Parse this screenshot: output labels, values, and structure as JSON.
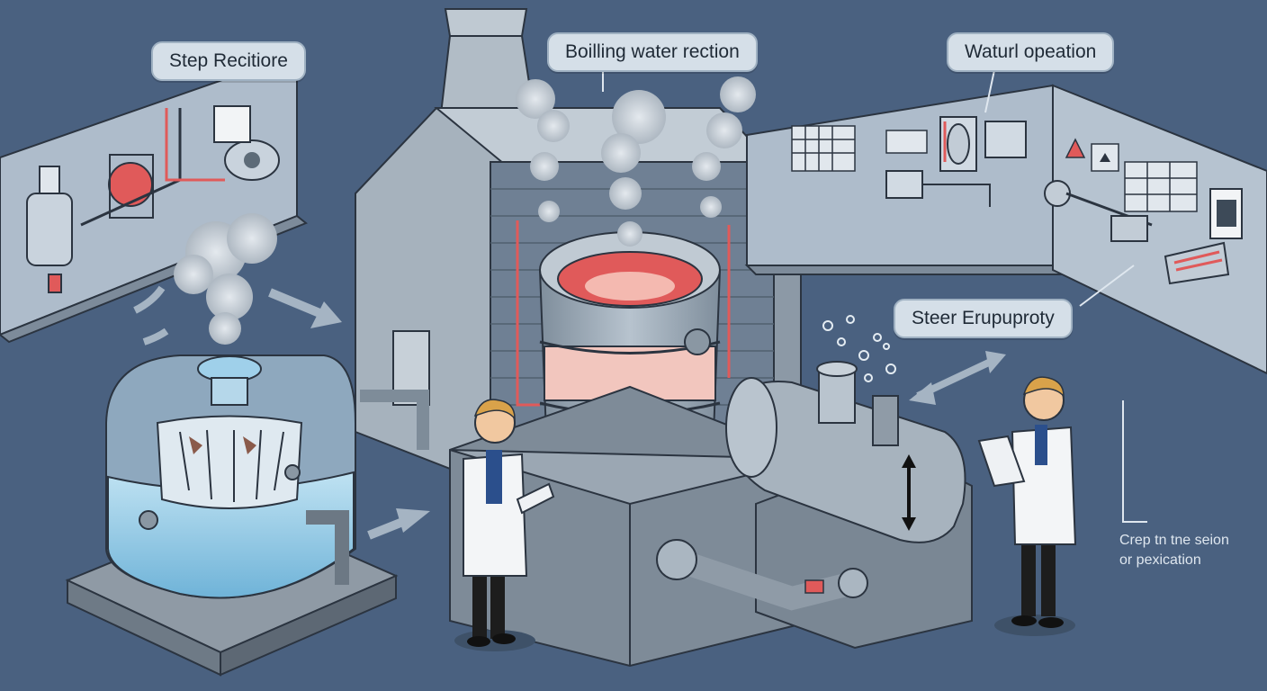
{
  "labels": {
    "step_recirculation": "Step Recitiore",
    "boiling_water_reaction": "Boilling water rection",
    "natural_operation": "Waturl opeation",
    "steam_property": "Steer Erupuproty"
  },
  "caption": {
    "line1": "Crep tn tne seion",
    "line2": "or pexication"
  },
  "colors": {
    "background": "#4a6180",
    "label_fill": "#d5dfe8",
    "accent_red": "#e05a5a",
    "water": "#9fd0ea",
    "steel": "#9aa8b5"
  },
  "icons": [
    "arrow-icon",
    "steam-icon",
    "clipboard-icon",
    "warning-triangle-icon"
  ]
}
